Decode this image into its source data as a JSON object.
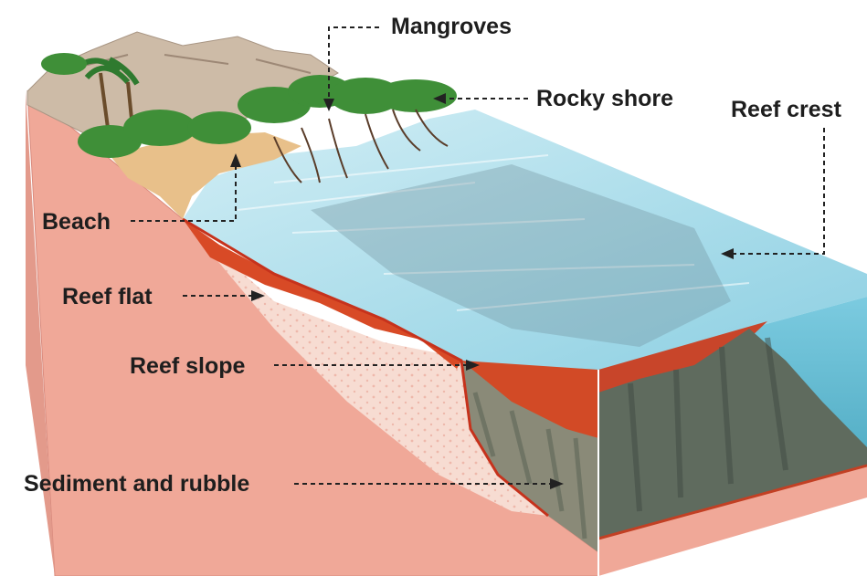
{
  "labels": {
    "mangroves": "Mangroves",
    "rocky_shore": "Rocky shore",
    "reef_crest": "Reef crest",
    "beach": "Beach",
    "reef_flat": "Reef flat",
    "reef_slope": "Reef slope",
    "sediment": "Sediment and rubble"
  },
  "colors": {
    "background": "#ffffff",
    "ground_cut": "#f0a898",
    "ground_cut_dark": "#e08e80",
    "seabed_cut": "#f7d9cf",
    "water_top": "#b4e2ee",
    "water_side": "#6cc2d6",
    "reef_red": "#d84a26",
    "rock_grey": "#6f7a6a",
    "sand": "#e8c08a",
    "hill": "#c9b7a4",
    "vegetation": "#3f8f38",
    "leader": "#222222"
  }
}
